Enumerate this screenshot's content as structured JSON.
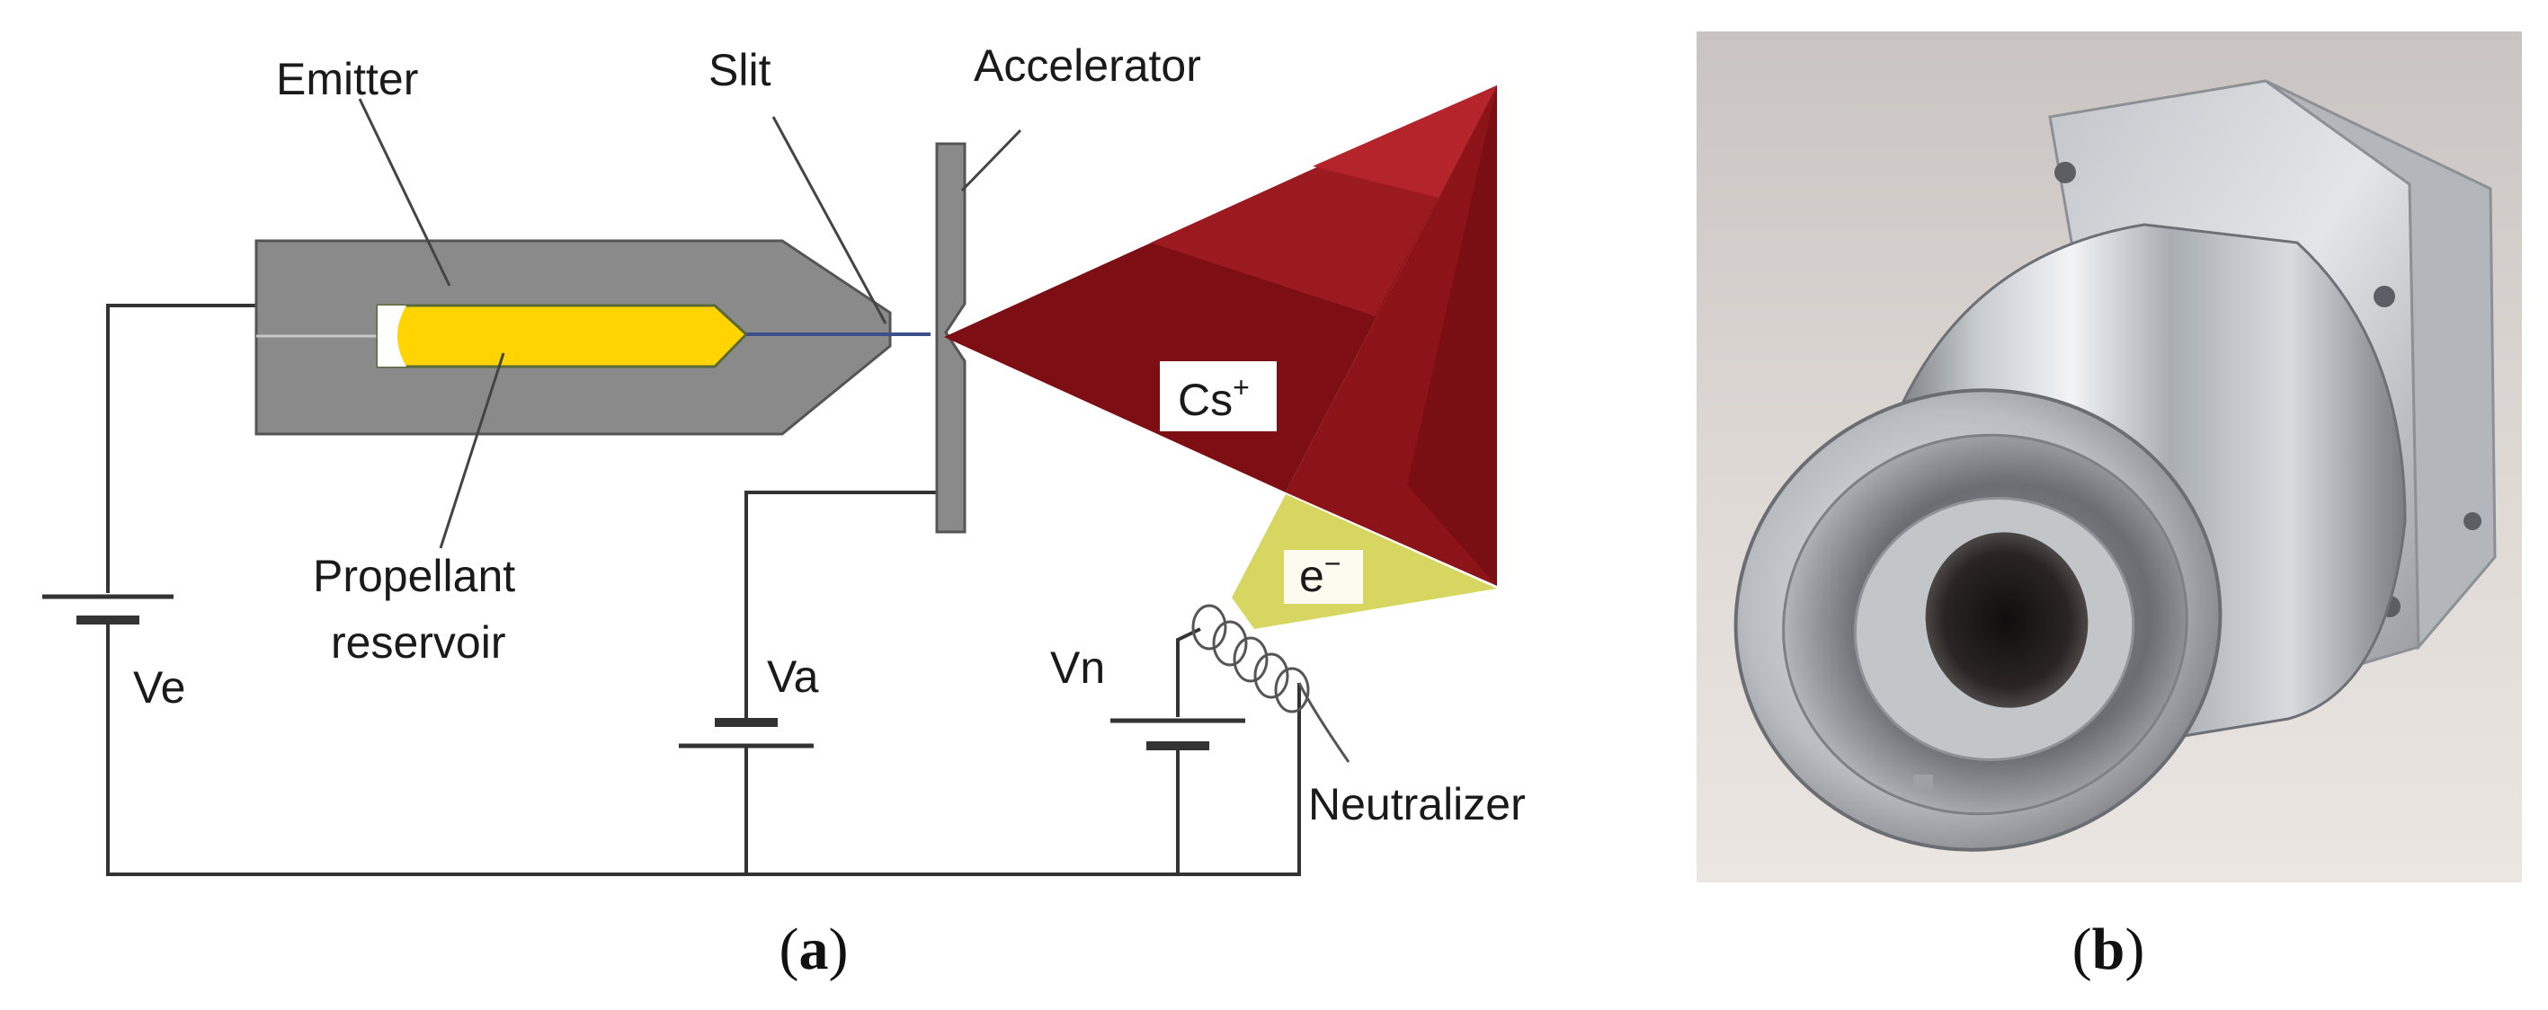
{
  "panel_a": {
    "labels": {
      "emitter": "Emitter",
      "slit": "Slit",
      "accelerator": "Accelerator",
      "cs_plus": "Cs",
      "cs_plus_sup": "+",
      "e_minus": "e",
      "e_minus_sup": "−",
      "propellant_line1": "Propellant",
      "propellant_line2": "reservoir",
      "ve": "Ve",
      "va": "Va",
      "vn": "Vn",
      "neutralizer": "Neutralizer"
    },
    "caption_open": "(",
    "caption_letter": "a",
    "caption_close": ")"
  },
  "panel_b": {
    "caption_open": "(",
    "caption_letter": "b",
    "caption_close": ")"
  },
  "colors": {
    "body_gray": "#8a8a8a",
    "outline": "#3a3a3a",
    "propellant": "#ffd400",
    "plume_dark": "#7d0f14",
    "plume_mid": "#9a1a1f",
    "plume_light": "#b5242a",
    "electron": "#d7d660",
    "wire": "#333333"
  }
}
